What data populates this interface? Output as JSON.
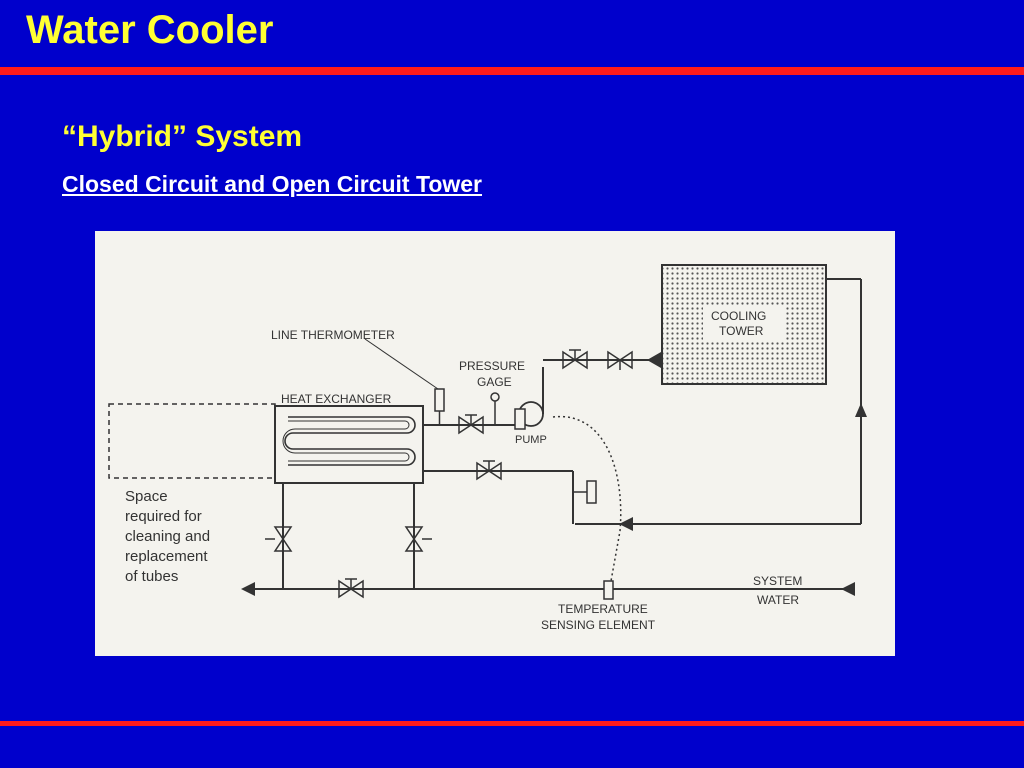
{
  "slide": {
    "title": "Water Cooler",
    "subtitle": "“Hybrid” System",
    "subheading": "Closed Circuit and Open Circuit Tower"
  },
  "diagram": {
    "labels": {
      "line_thermometer": "LINE THERMOMETER",
      "pressure_line1": "PRESSURE",
      "pressure_line2": "GAGE",
      "heat_exchanger": "HEAT EXCHANGER",
      "pump": "PUMP",
      "cooling_line1": "COOLING",
      "cooling_line2": "TOWER",
      "space_line1": "Space",
      "space_line2": "required for",
      "space_line3": "cleaning and",
      "space_line4": "replacement",
      "space_line5": "of tubes",
      "temp_line1": "TEMPERATURE",
      "temp_line2": "SENSING ELEMENT",
      "system_line1": "SYSTEM",
      "system_line2": "WATER"
    }
  },
  "colors": {
    "background": "#0000cc",
    "title": "#ffff33",
    "rule": "#ff1a1a",
    "figure_bg": "#f4f3ee",
    "line": "#333333"
  }
}
